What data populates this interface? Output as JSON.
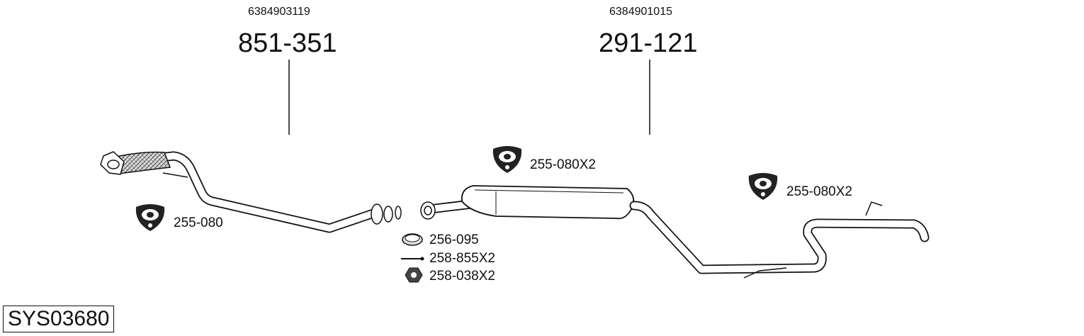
{
  "parts": {
    "front": {
      "oem": "6384903119",
      "number": "851-351"
    },
    "rear": {
      "oem": "6384901015",
      "number": "291-121"
    }
  },
  "hangers": {
    "left": "255-080",
    "middle": "255-080X2",
    "right": "255-080X2"
  },
  "fittings": {
    "gasket": "256-095",
    "bolt": "258-855X2",
    "nut": "258-038X2"
  },
  "system_id": "SYS03680"
}
